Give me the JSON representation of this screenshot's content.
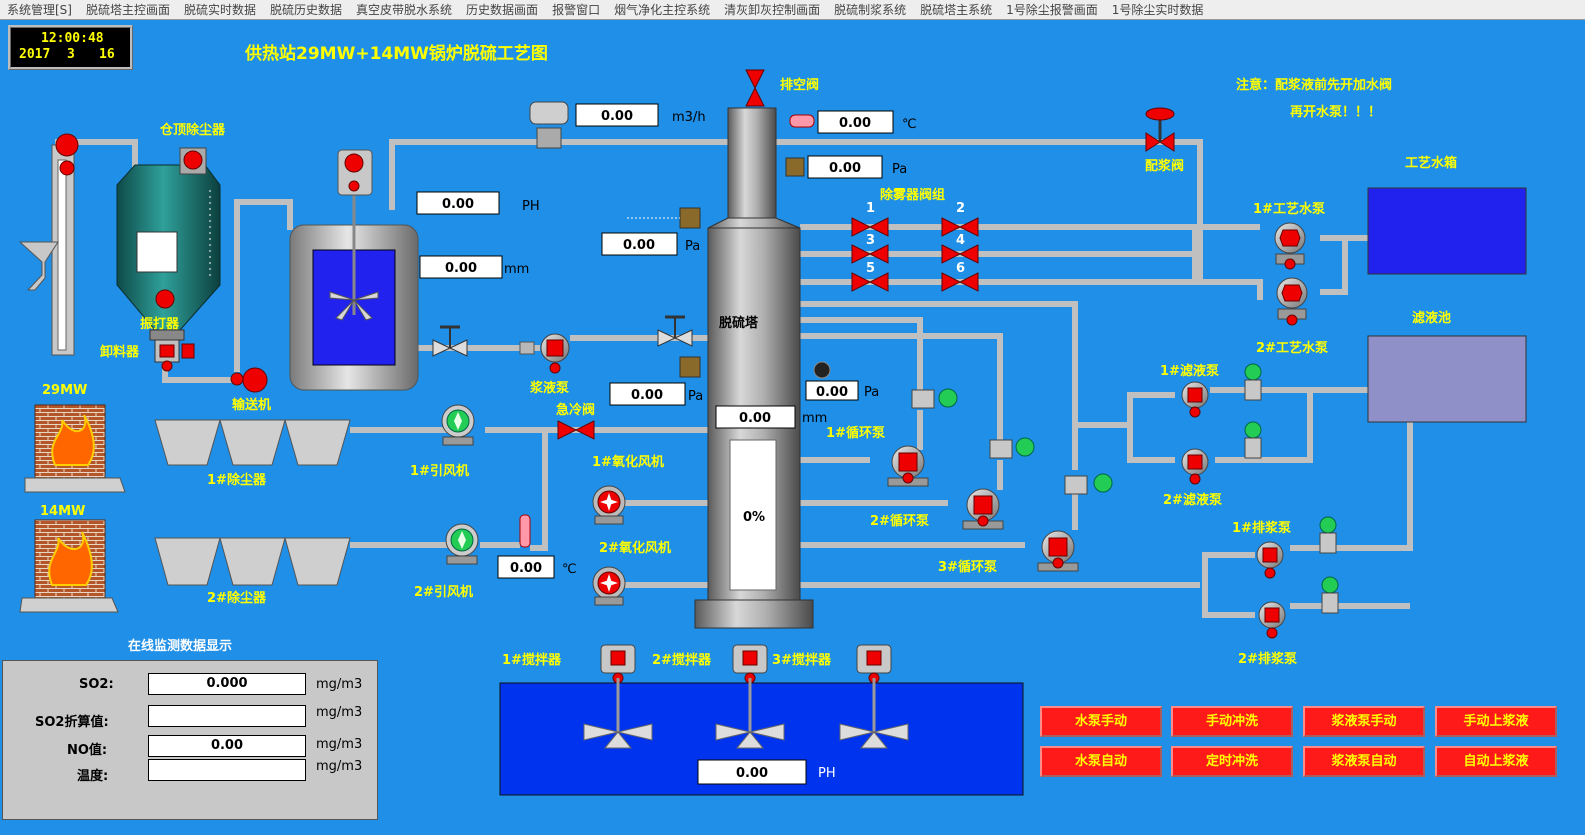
{
  "menu": [
    "系统管理[S]",
    "脱硫塔主控画面",
    "脱硫实时数据",
    "脱硫历史数据",
    "真空皮带脱水系统",
    "历史数据画面",
    "报警窗口",
    "烟气净化主控系统",
    "清灰卸灰控制画面",
    "脱硫制浆系统",
    "脱硫塔主系统",
    "1号除尘报警画面",
    "1号除尘实时数据"
  ],
  "clock": {
    "time": "12:00:48",
    "year": "2017",
    "month": "3",
    "day": "16"
  },
  "title": "供热站29MW+14MW锅炉脱硫工艺图",
  "notice": {
    "line1": "注意：配浆液前先开加水阀",
    "line2": "再开水泵！！！"
  },
  "labels": {
    "exhaust_valve": "排空阀",
    "dust_collector_top": "仓顶除尘器",
    "vibrator": "振打器",
    "unloader": "卸料器",
    "conveyor": "输送机",
    "boiler1": "29MW",
    "boiler2": "14MW",
    "duster1": "1#除尘器",
    "duster2": "2#除尘器",
    "fan1": "1#引风机",
    "fan2": "2#引风机",
    "quench_valve": "急冷阀",
    "slurry_pump": "浆液泵",
    "tower": "脱硫塔",
    "ox_fan1": "1#氧化风机",
    "ox_fan2": "2#氧化风机",
    "demister_group": "除雾器阀组",
    "slurry_valve": "配浆阀",
    "process_tank": "工艺水箱",
    "process_pump1": "1#工艺水泵",
    "process_pump2": "2#工艺水泵",
    "filtrate_pool": "滤液池",
    "filtrate_pump1": "1#滤液泵",
    "filtrate_pump2": "2#滤液泵",
    "circ_pump1": "1#循环泵",
    "circ_pump2": "2#循环泵",
    "circ_pump3": "3#循环泵",
    "discharge_pump1": "1#排浆泵",
    "discharge_pump2": "2#排浆泵",
    "agitator1": "1#搅拌器",
    "agitator2": "2#搅拌器",
    "agitator3": "3#搅拌器",
    "v1": "1",
    "v2": "2",
    "v3": "3",
    "v4": "4",
    "v5": "5",
    "v6": "6"
  },
  "readings": {
    "flow": {
      "value": "0.00",
      "unit": "m3/h"
    },
    "temp_top": {
      "value": "0.00",
      "unit": "℃"
    },
    "press_top": {
      "value": "0.00",
      "unit": "Pa"
    },
    "ph_tank": {
      "value": "0.00",
      "unit": "PH"
    },
    "level_tank": {
      "value": "0.00",
      "unit": "mm"
    },
    "press_a": {
      "value": "0.00",
      "unit": "Pa"
    },
    "press_b": {
      "value": "0.00",
      "unit": "Pa"
    },
    "press_c": {
      "value": "0.00",
      "unit": "Pa"
    },
    "level_tower": {
      "value": "0.00",
      "unit": "mm"
    },
    "temp_inlet": {
      "value": "0.00",
      "unit": "℃"
    },
    "ph_sump": {
      "value": "0.00",
      "unit": "PH"
    },
    "tower_percent": "0%"
  },
  "panel": {
    "title": "在线监测数据显示",
    "rows": [
      {
        "label": "SO2:",
        "value": "0.000",
        "unit": "mg/m3"
      },
      {
        "label": "SO2折算值:",
        "value": "",
        "unit": "mg/m3"
      },
      {
        "label": "NO值:",
        "value": "0.00",
        "unit": "mg/m3"
      },
      {
        "label": "温度:",
        "value": "",
        "unit": "mg/m3"
      }
    ]
  },
  "buttons": [
    "水泵手动",
    "手动冲洗",
    "浆液泵手动",
    "手动上浆液",
    "水泵自动",
    "定时冲洗",
    "浆液泵自动",
    "自动上浆液"
  ],
  "colors": {
    "background": "#1f8fe8",
    "label": "#ffff00",
    "button": "#ff1a1a",
    "sump": "#0033ee",
    "tank": "#2222ee",
    "filtrate": "#9090c8"
  }
}
